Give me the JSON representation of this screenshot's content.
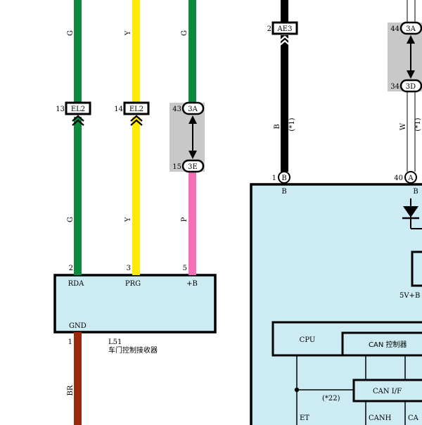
{
  "wires": {
    "w1": {
      "color_code": "G",
      "color": "#0c8a3e"
    },
    "w1_lower": {
      "color_code": "G"
    },
    "w2": {
      "color_code": "Y",
      "color": "#ffec00"
    },
    "w2_lower": {
      "color_code": "Y"
    },
    "w3": {
      "color_code": "G",
      "color": "#0c8a3e"
    },
    "w3_lower": {
      "color_code": "P",
      "color": "#f46fb8"
    },
    "w4": {
      "color_code": "B",
      "note": "(*1)",
      "color": "#000000"
    },
    "w5": {
      "color_code": "W",
      "note": "(*1)",
      "color": "#ffffff"
    },
    "gnd": {
      "color_code": "BR",
      "color": "#9a2a0e"
    }
  },
  "connectors": {
    "el2_a": {
      "pin": "13",
      "name": "EL2"
    },
    "el2_b": {
      "pin": "14",
      "name": "EL2"
    },
    "j3a_left": {
      "pin": "43",
      "name": "3A"
    },
    "j3e": {
      "pin": "15",
      "name": "3E"
    },
    "ae3": {
      "pin": "2",
      "name": "AE3"
    },
    "j3a_right": {
      "pin": "44",
      "name": "3A"
    },
    "j3d": {
      "pin": "34",
      "name": "3D"
    },
    "b_pin": {
      "pin": "1",
      "name": "B"
    },
    "a_pin": {
      "pin": "40",
      "name": "A"
    }
  },
  "receiver": {
    "id": "L51",
    "name": "车门控制接收器",
    "pins": {
      "rda": {
        "num": "2",
        "label": "RDA"
      },
      "prg": {
        "num": "3",
        "label": "PRG"
      },
      "plus_b": {
        "num": "5",
        "label": "+B"
      },
      "gnd": {
        "num": "1",
        "label": "GND"
      }
    }
  },
  "ecu": {
    "pin_b": "B",
    "pin_b2": "B",
    "v5": "5V+B",
    "cpu": "CPU",
    "can_ctrl": "CAN 控制器",
    "can_if": "CAN I/F",
    "note22": "(*22)",
    "et": "ET",
    "canh": "CANH",
    "canl": "CA"
  },
  "colors": {
    "panel_fill": "#cdebf3",
    "shade_fill": "#c8c8c8"
  }
}
